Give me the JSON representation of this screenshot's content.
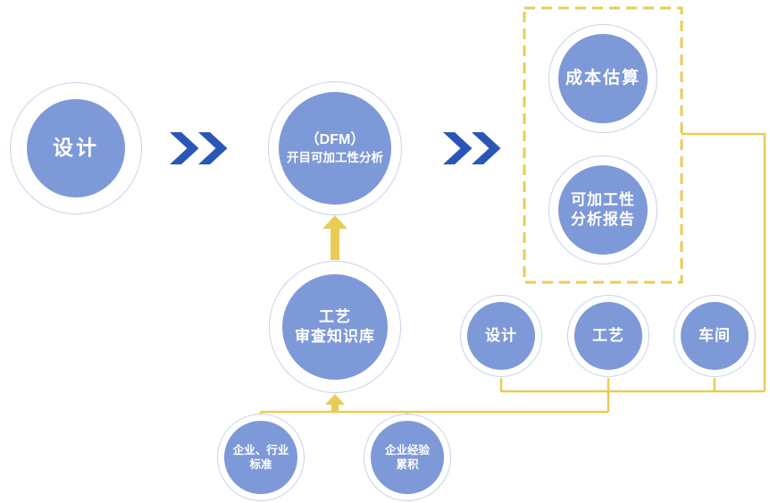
{
  "diagram": {
    "design": {
      "label": "设计"
    },
    "dfm": {
      "line1": "（DFM）",
      "line2": "开目可加工性分析"
    },
    "outputs": {
      "cost": {
        "label": "成本估算"
      },
      "report": {
        "line1": "可加工性",
        "line2": "分析报告"
      }
    },
    "knowledge": {
      "line1": "工艺",
      "line2": "审查知识库"
    },
    "departments": {
      "design": {
        "label": "设计"
      },
      "process": {
        "label": "工艺"
      },
      "workshop": {
        "label": "车间"
      }
    },
    "sources": {
      "standards": {
        "line1": "企业、行业",
        "line2": "标准"
      },
      "experience": {
        "line1": "企业经验",
        "line2": "累积"
      }
    }
  },
  "colors": {
    "circle_fill": "#7E99D7",
    "ring_border": "#C6D2EB",
    "chevron": "#2A56B8",
    "gold": "#E8CC55",
    "bg": "#FFFFFF"
  }
}
